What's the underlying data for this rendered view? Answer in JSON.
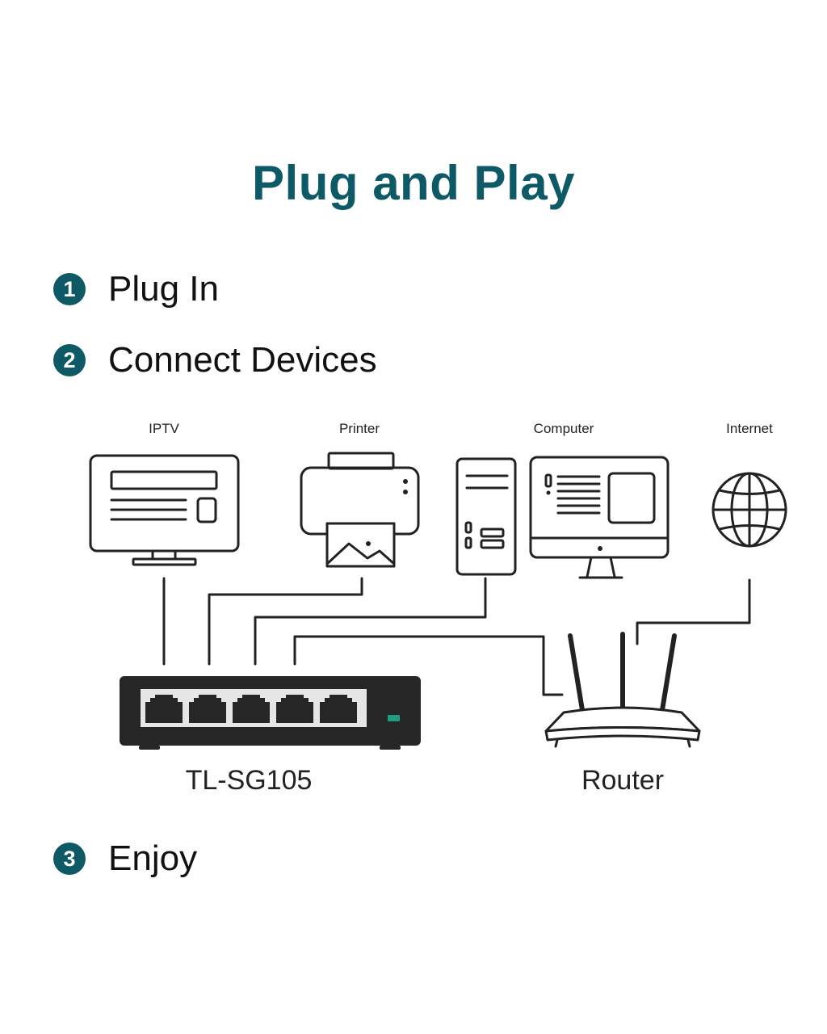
{
  "title": "Plug and Play",
  "steps": [
    {
      "number": "1",
      "text": "Plug In"
    },
    {
      "number": "2",
      "text": "Connect Devices"
    },
    {
      "number": "3",
      "text": "Enjoy"
    }
  ],
  "devices": {
    "iptv": "IPTV",
    "printer": "Printer",
    "computer": "Computer",
    "internet": "Internet"
  },
  "switch_label": "TL-SG105",
  "router_label": "Router",
  "colors": {
    "accent": "#0d5a66",
    "switch_body": "#262626",
    "switch_led": "#1f9e7e",
    "line": "#222222"
  },
  "icons": [
    "tv-icon",
    "printer-icon",
    "pc-tower-icon",
    "monitor-icon",
    "globe-icon",
    "network-switch-icon",
    "router-icon"
  ]
}
